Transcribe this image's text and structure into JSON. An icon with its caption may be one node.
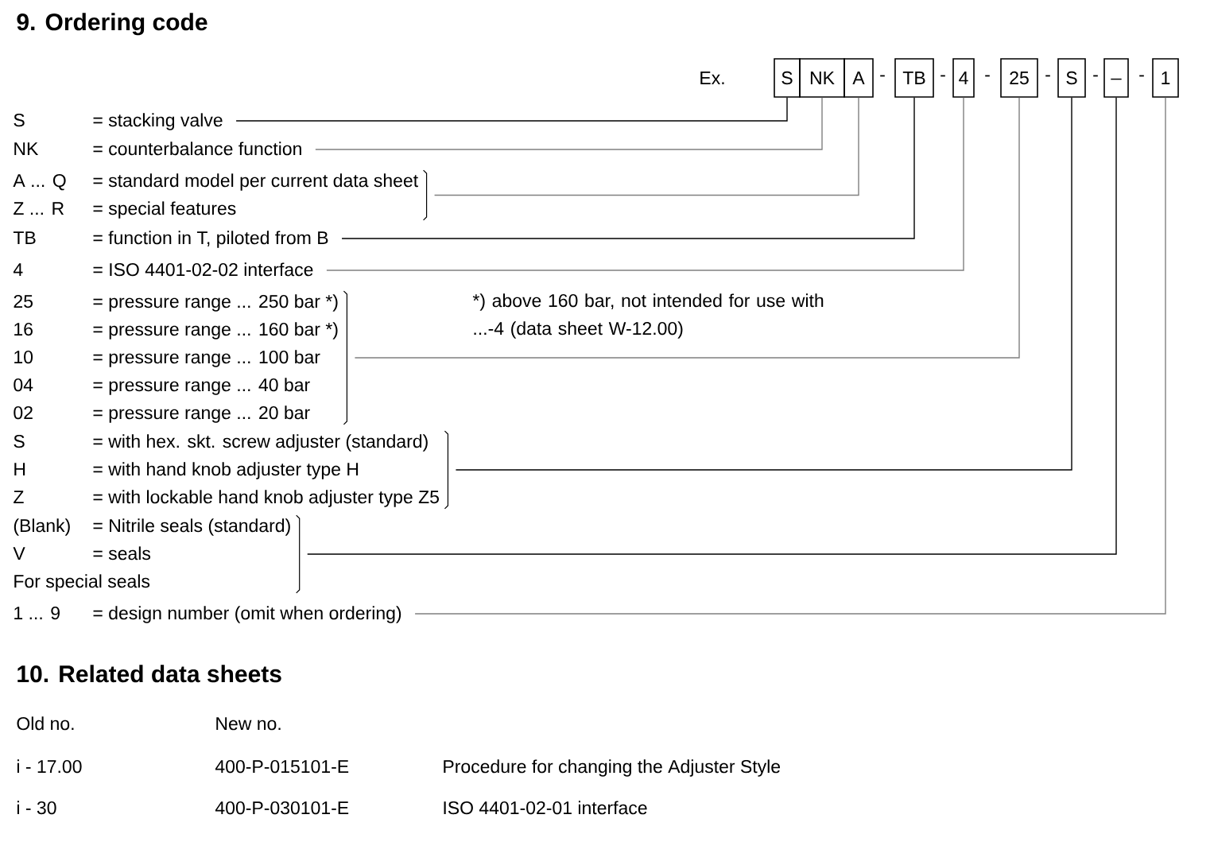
{
  "diagram": {
    "title": "9. Ordering code",
    "nodes": [
      {
        "text": [
          "S"
        ]
      },
      {
        "text": [
          "NK"
        ]
      },
      {
        "text": [
          "A"
        ]
      },
      {
        "text": [
          "TB"
        ]
      },
      {
        "text": [
          "4"
        ]
      },
      {
        "text": [
          "25"
        ]
      },
      {
        "text": [
          "S"
        ]
      },
      {
        "text": [
          "_"
        ]
      },
      {
        "text": [
          "1"
        ]
      },
      {
        "text": [
          "S",
          "= stacking valve"
        ]
      },
      {
        "text": [
          "NK",
          "= counterbalance function"
        ]
      },
      {
        "text": [
          "A ... Q",
          "= standard  model per current data sheet",
          "Z ... R",
          "= special features"
        ]
      },
      {
        "text": [
          "TB",
          "= function in T, piloted from B"
        ]
      },
      {
        "text": [
          "4",
          "= ISO 4401-02-02 interface"
        ]
      },
      {
        "text": [
          "25",
          "= pressure range  ... 250 bar   *)",
          "16",
          "= pressure range  ... 160 bar   *)",
          "10",
          "= pressure range  ... 100 bar",
          "04",
          "= pressure range  ...   40 bar",
          "02",
          "= pressure range  ...   20 bar"
        ]
      },
      {
        "text": [
          "S",
          "= with hex. skt. screw adjuster (standard)",
          "H",
          "= with hand knob adjuster type H",
          "Z",
          "= with lockable hand knob adjuster type Z5"
        ]
      },
      {
        "text": [
          "(Blank)",
          "= Nitrile seals (standard)",
          "V",
          "= seals",
          "For special seals"
        ]
      },
      {
        "text": [
          "1 ... 9",
          "= design number (omit when ordering)"
        ]
      }
    ],
    "edges": [
      {
        "from": 9,
        "to": 0,
        "arrow": "none",
        "color": "#000000"
      },
      {
        "from": 10,
        "to": 1,
        "arrow": "none",
        "color": "#808080"
      },
      {
        "from": 11,
        "to": 2,
        "arrow": "none",
        "color": "#808080"
      },
      {
        "from": 12,
        "to": 3,
        "arrow": "none",
        "color": "#000000"
      },
      {
        "from": 13,
        "to": 4,
        "arrow": "none",
        "color": "#808080"
      },
      {
        "from": 14,
        "to": 5,
        "arrow": "none",
        "color": "#808080"
      },
      {
        "from": 15,
        "to": 6,
        "arrow": "none",
        "color": "#000000"
      },
      {
        "from": 16,
        "to": 7,
        "arrow": "none",
        "color": "#000000"
      },
      {
        "from": 17,
        "to": 8,
        "arrow": "none",
        "color": "#808080"
      }
    ],
    "labels": [
      "Ex.",
      "-",
      "-",
      "-",
      "-",
      "-",
      "-",
      "*) above 160 bar, not intended for use with ...-4 (data sheet W-12.00)",
      "10. Related data sheets",
      "Old no.",
      "New no.",
      "i - 17.00",
      "400-P-015101-E",
      "Procedure for changing the Adjuster Style",
      "i - 30",
      "400-P-030101-E",
      "ISO 4401-02-01 interface"
    ]
  }
}
